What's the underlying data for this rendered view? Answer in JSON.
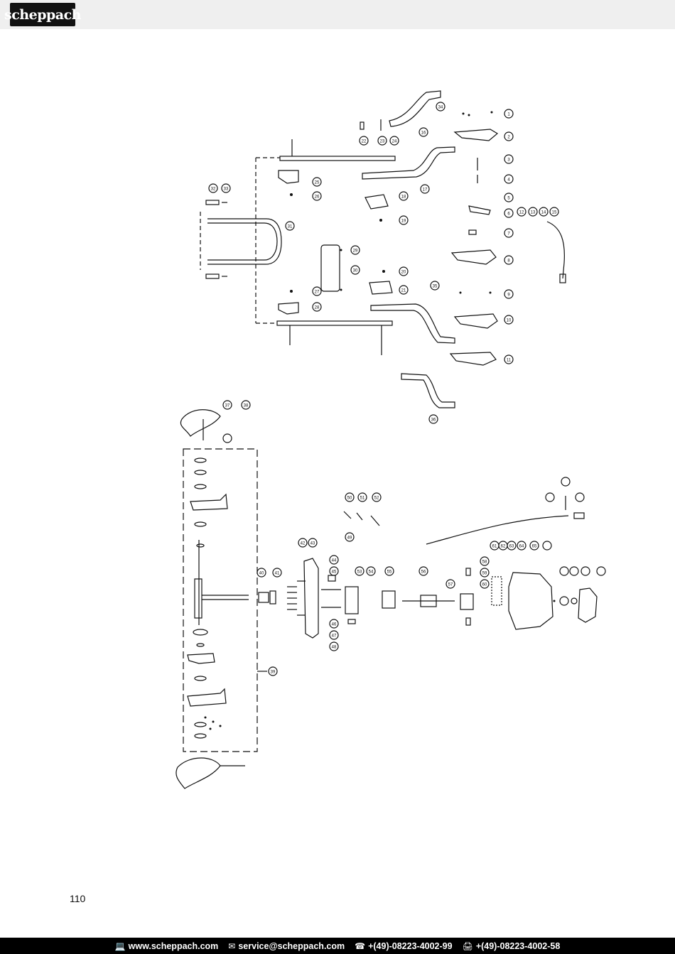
{
  "header": {
    "logo_text": "scheppach"
  },
  "page": {
    "number": "110"
  },
  "footer": {
    "web": "www.scheppach.com",
    "email": "service@scheppach.com",
    "phone": "+(49)-08223-4002-99",
    "fax": "+(49)-08223-4002-58",
    "icons": [
      "computer-icon",
      "mail-icon",
      "phone-icon",
      "fax-icon"
    ]
  },
  "parts_callouts": [
    "1",
    "2",
    "3",
    "4",
    "5",
    "6",
    "7",
    "8",
    "9",
    "10",
    "11",
    "12",
    "13",
    "14",
    "15",
    "16",
    "17",
    "18",
    "19",
    "20",
    "21",
    "22",
    "23",
    "24",
    "25",
    "26",
    "27",
    "28",
    "29",
    "30",
    "31",
    "32",
    "33",
    "34",
    "35",
    "36",
    "37",
    "38",
    "39",
    "40",
    "41",
    "42",
    "43",
    "44",
    "45",
    "46",
    "47",
    "48",
    "49",
    "50",
    "51",
    "52",
    "53",
    "54",
    "55",
    "56",
    "57",
    "58",
    "59",
    "60",
    "61",
    "62",
    "63",
    "64",
    "65"
  ]
}
